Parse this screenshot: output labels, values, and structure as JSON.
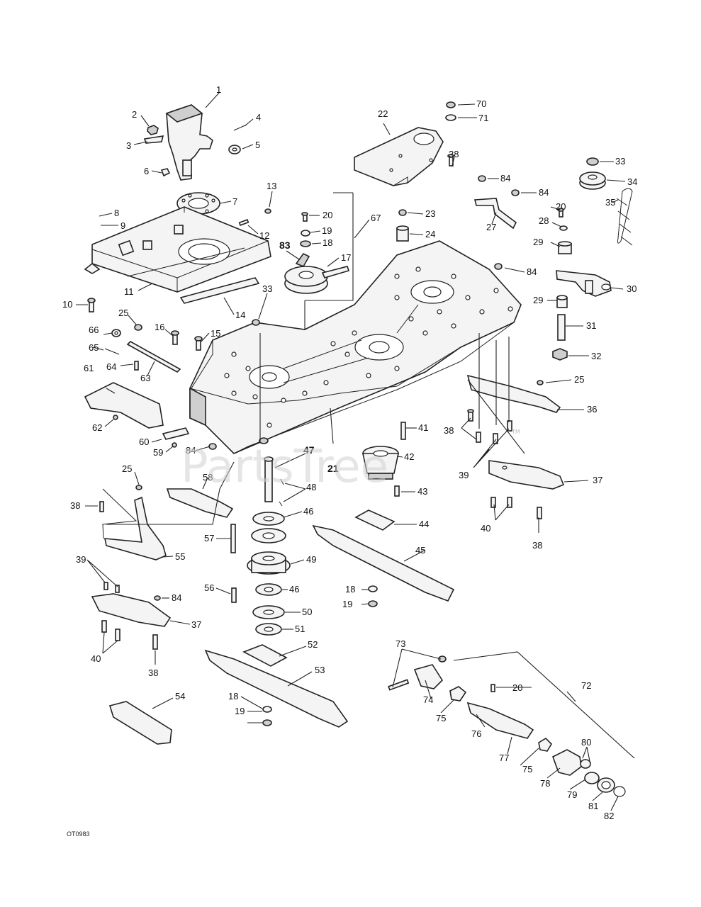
{
  "diagram_code": "OT0983",
  "watermark": "PartsTree",
  "watermark_tm": "TM",
  "callouts": [
    "1",
    "2",
    "3",
    "4",
    "5",
    "6",
    "7",
    "8",
    "9",
    "10",
    "11",
    "12",
    "13",
    "14",
    "15",
    "16",
    "17",
    "18",
    "19",
    "20",
    "21",
    "22",
    "23",
    "24",
    "25",
    "27",
    "28",
    "29",
    "30",
    "31",
    "32",
    "33",
    "34",
    "35",
    "36",
    "37",
    "38",
    "39",
    "40",
    "41",
    "42",
    "43",
    "44",
    "45",
    "46",
    "47",
    "48",
    "49",
    "50",
    "51",
    "52",
    "53",
    "54",
    "55",
    "56",
    "57",
    "58",
    "59",
    "60",
    "61",
    "62",
    "63",
    "64",
    "65",
    "66",
    "67",
    "70",
    "71",
    "72",
    "73",
    "74",
    "75",
    "76",
    "77",
    "78",
    "79",
    "80",
    "81",
    "82",
    "83",
    "84"
  ]
}
